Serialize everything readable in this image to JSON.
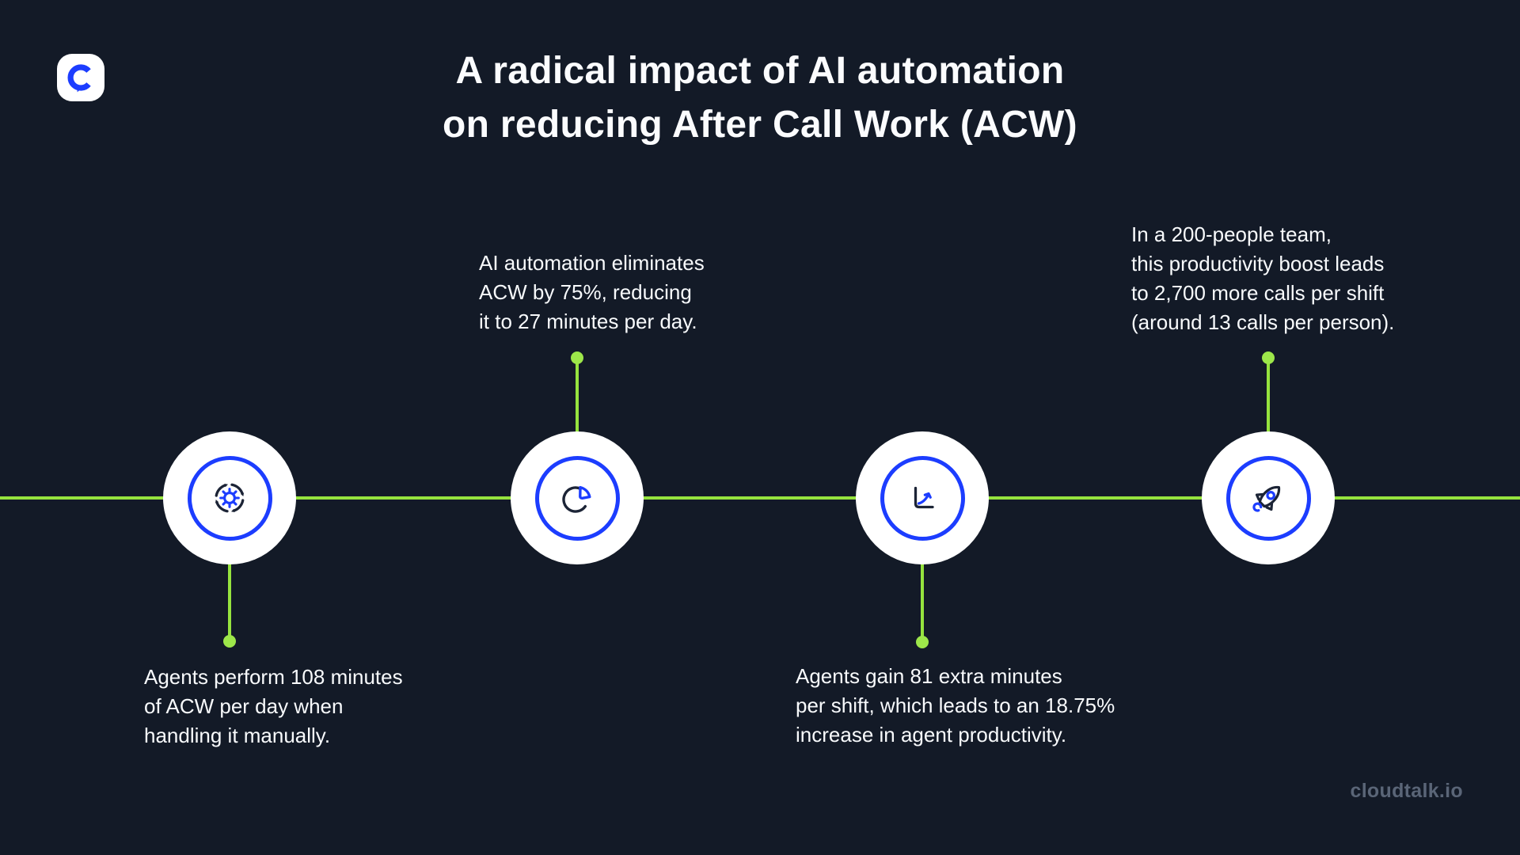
{
  "page": {
    "background_color": "#131A27",
    "accent_green": "#96E33E",
    "accent_blue": "#1C3DFF",
    "icon_dark": "#1C2436",
    "footer_gray": "#5A6577"
  },
  "logo": {
    "icon": "cloudtalk-c-logo",
    "letter": "C"
  },
  "title": {
    "line1": "A radical impact of AI automation",
    "line2": "on reducing After Call Work (ACW)"
  },
  "steps": [
    {
      "icon": "automation-gear-icon",
      "caption_position": "below",
      "lines": [
        "Agents perform 108 minutes",
        "of ACW per day when",
        "handling it manually."
      ]
    },
    {
      "icon": "pie-chart-icon",
      "caption_position": "above",
      "lines": [
        "AI automation eliminates",
        "ACW by 75%, reducing",
        "it to 27 minutes per day."
      ]
    },
    {
      "icon": "growth-chart-icon",
      "caption_position": "below",
      "lines": [
        "Agents gain 81 extra minutes",
        "per shift, which leads to an 18.75%",
        "increase in agent productivity."
      ]
    },
    {
      "icon": "rocket-icon",
      "caption_position": "above",
      "lines": [
        "In a 200-people team,",
        "this productivity boost leads",
        "to 2,700 more calls per shift",
        "(around 13 calls per person)."
      ]
    }
  ],
  "footer": {
    "site": "cloudtalk.io"
  }
}
